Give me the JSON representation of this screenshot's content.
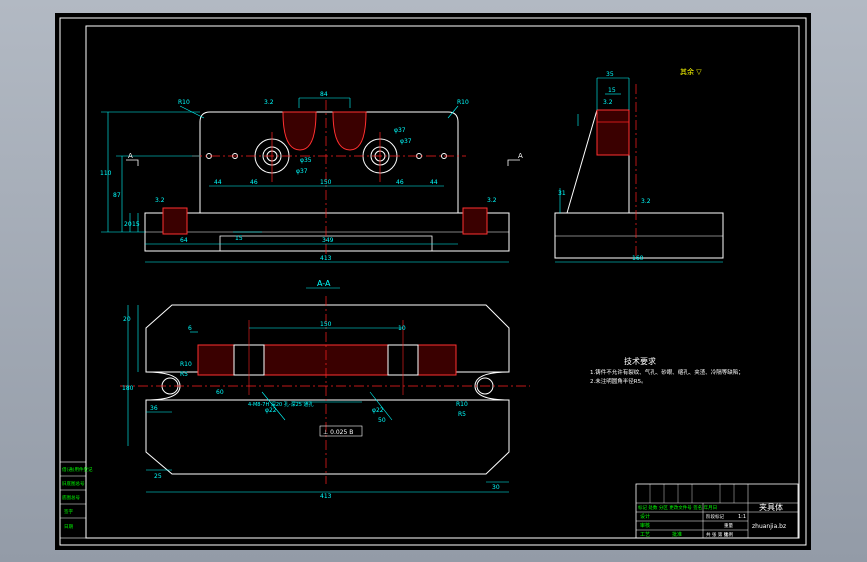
{
  "colors": {
    "background": "#000000",
    "outline": "#ffffff",
    "dimension": "#00ffff",
    "centerline": "#ff2020",
    "hatch": "#ff3030",
    "annotation": "#ffff00",
    "title_block": "#00ff00"
  },
  "front_view": {
    "dims": {
      "r10_left": "R10",
      "r10_right": "R10",
      "d84": "84",
      "d3_2_top": "3.2",
      "d110": "110",
      "d87": "87",
      "d20": "20",
      "d15": "15",
      "d44": "44",
      "d46_left": "46",
      "d150": "150",
      "d46_right": "46",
      "d44_right": "44",
      "d64": "64",
      "d349": "349",
      "d413": "413",
      "d3_2_left": "3.2",
      "d3_2_right": "3.2",
      "d15_slot": "15",
      "phi35": "φ35",
      "phi37_a": "φ37",
      "phi37_b": "φ37",
      "phi37_c": "φ37"
    },
    "section_marker_left": "A",
    "section_marker_right": "A"
  },
  "side_view": {
    "dims": {
      "d35": "35",
      "d15": "15",
      "d3_2_a": "3.2",
      "d3_2_b": "3.2",
      "d31": "31",
      "d160": "160"
    },
    "roughness_note": "其余 ▽"
  },
  "section_view": {
    "title": "A-A",
    "dims": {
      "d20": "20",
      "d150": "150",
      "d10": "10",
      "d6": "6",
      "d60": "60",
      "r10_left": "R10",
      "r10_right": "R10",
      "r5_left": "R5",
      "r5_right": "R5",
      "d36": "36",
      "d180": "180",
      "d25": "25",
      "d30": "30",
      "d413": "413",
      "phi22_a": "φ22",
      "phi22_b": "φ22",
      "d50": "50",
      "thread_note": "4-M8-7H 深20 孔-深25 通孔",
      "tolerance": "⊥ 0.025 B"
    }
  },
  "tech_requirements": {
    "title": "技术要求",
    "line1": "1.铸件不允许有裂纹、气孔、砂眼、缩孔、夹渣、冷隔等缺陷；",
    "line2": "2.未注明圆角半径R5。"
  },
  "title_block": {
    "part_name": "夹具体",
    "drawing_no": "zhuanjia.bz",
    "scale": "1:1",
    "row_text": "标记 处数 分区 更改文件号 签名 年月日",
    "design": "设计",
    "check": "审核",
    "process": "工艺",
    "approve": "批准",
    "stage": "阶段标记",
    "weight": "重量",
    "ratio": "比例",
    "sheets": "共  张  第  张"
  },
  "left_strip": {
    "r1": "借(通)用件登记",
    "r2": "旧底图总号",
    "r3": "底图总号",
    "r4": "签字",
    "r5": "日期"
  }
}
